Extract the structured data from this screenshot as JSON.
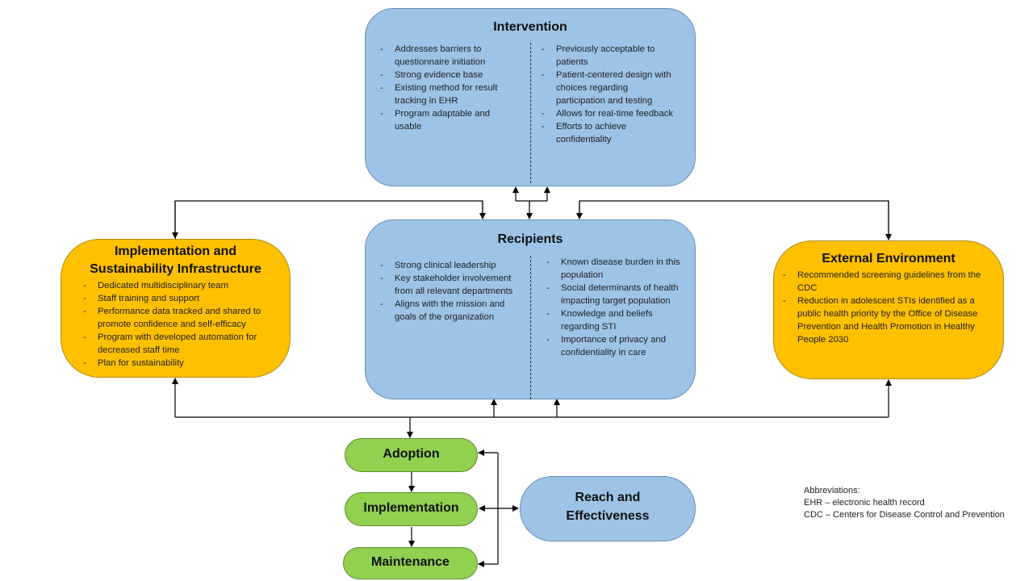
{
  "intervention": {
    "title": "Intervention",
    "left_items": [
      "Addresses barriers to questionnaire initiation",
      "Strong evidence base",
      "Existing method for result tracking in EHR",
      "Program adaptable and usable"
    ],
    "right_items": [
      "Previously acceptable to patients",
      "Patient-centered  design with choices regarding participation and testing",
      "Allows for real-time feedback",
      "Efforts to achieve confidentiality"
    ]
  },
  "recipients": {
    "title": "Recipients",
    "left_items": [
      "Strong clinical leadership",
      "Key stakeholder involvement from all relevant departments",
      "Aligns with the mission and goals of the organization"
    ],
    "right_items": [
      "Known disease burden in this population",
      "Social determinants of health impacting target population",
      "Knowledge and beliefs regarding STI",
      "Importance of privacy and confidentiality in care"
    ]
  },
  "infrastructure": {
    "title_line1": "Implementation and",
    "title_line2": "Sustainability Infrastructure",
    "items": [
      "Dedicated multidisciplinary team",
      "Staff training and support",
      "Performance data tracked and shared to promote confidence and self-efficacy",
      "Program with developed automation for decreased staff time",
      "Plan for sustainability"
    ]
  },
  "environment": {
    "title": "External Environment",
    "items": [
      "Recommended  screening guidelines from the CDC",
      "Reduction in adolescent STIs identified as a public health priority by the Office of Disease Prevention and Health Promotion in Healthy People 2030"
    ]
  },
  "stages": {
    "adoption": "Adoption",
    "implementation": "Implementation",
    "maintenance": "Maintenance"
  },
  "reach": {
    "line1": "Reach and",
    "line2": "Effectiveness"
  },
  "abbreviations": {
    "heading": "Abbreviations:",
    "ehr": "EHR – electronic health record",
    "cdc": "CDC – Centers for Disease Control and Prevention"
  },
  "colors": {
    "blue_box": "#9dc3e6",
    "orange_box": "#ffc000",
    "green_box": "#92d050",
    "connector": "#000000"
  }
}
